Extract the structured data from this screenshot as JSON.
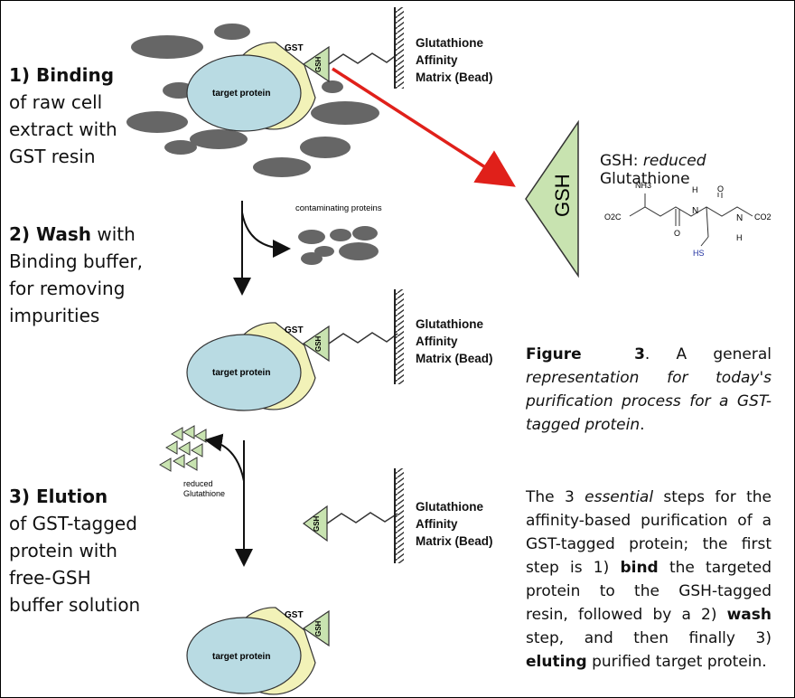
{
  "steps": {
    "binding": {
      "bold": "1) Binding",
      "lines": [
        "of raw cell",
        "extract with",
        "GST resin"
      ]
    },
    "wash": {
      "bold": "2) Wash",
      "rest": " with",
      "lines": [
        "Binding buffer,",
        "for removing",
        "impurities"
      ]
    },
    "elution": {
      "bold": "3) Elution",
      "lines": [
        "of GST-tagged",
        "protein with",
        "free-GSH",
        "buffer solution"
      ]
    }
  },
  "labels": {
    "matrix_line1": "Glutathione",
    "matrix_line2": "Affinity",
    "matrix_line3": "Matrix (Bead)",
    "target_protein": "target protein",
    "gst": "GST",
    "gsh": "GSH",
    "contaminating": "contaminating proteins",
    "reduced": "reduced",
    "glutathione": "Glutathione"
  },
  "gsh_structure": {
    "title_prefix": "GSH: ",
    "title_italic": "reduced",
    "title_suffix": " Glutathione",
    "triangle_label": "GSH",
    "nh3": "NH3",
    "o2c": "O2C",
    "co2": "CO2",
    "h": "H",
    "n": "N",
    "o": "O",
    "hs": "HS"
  },
  "figure_caption": {
    "label": "Figure",
    "number": "3",
    "text_a": ". A general",
    "text_b": "representation for today's purification process for a GST-tagged protein",
    "text_c": "."
  },
  "description": {
    "p1": "The 3 ",
    "essential": "essential",
    "p2": " steps for the affinity-based purification of a GST-tagged protein; the first step is 1) ",
    "bind": "bind",
    "p3": " the targeted protein to the GSH-tagged resin, followed by a 2) ",
    "wash": "wash",
    "p4": " step, and then finally 3) ",
    "eluting": "eluting",
    "p5": " purified target protein."
  },
  "colors": {
    "protein": "#b9dbe3",
    "gst": "#f2f2b8",
    "gsh": "#c8e3b0",
    "contaminant": "#666666",
    "arrow": "#e0201a"
  }
}
